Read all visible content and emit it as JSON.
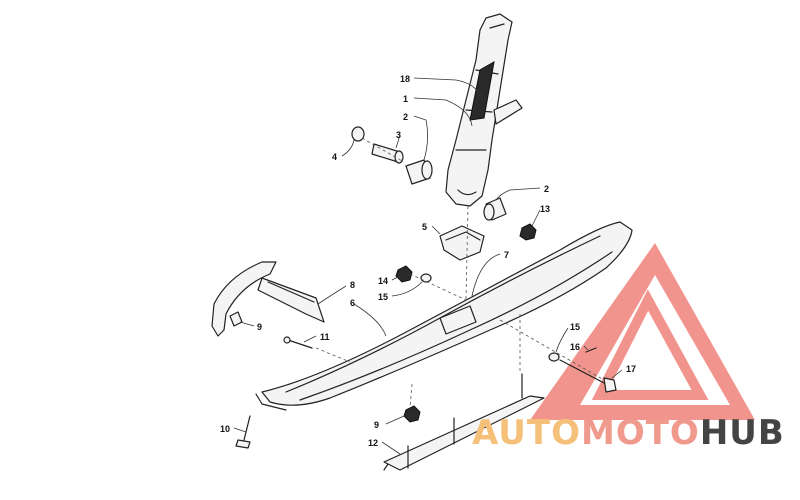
{
  "callouts": [
    {
      "id": "c18",
      "label": "18"
    },
    {
      "id": "c1",
      "label": "1"
    },
    {
      "id": "c2a",
      "label": "2"
    },
    {
      "id": "c3",
      "label": "3"
    },
    {
      "id": "c4",
      "label": "4"
    },
    {
      "id": "c2b",
      "label": "2"
    },
    {
      "id": "c13",
      "label": "13"
    },
    {
      "id": "c5",
      "label": "5"
    },
    {
      "id": "c7",
      "label": "7"
    },
    {
      "id": "c14",
      "label": "14"
    },
    {
      "id": "c15a",
      "label": "15"
    },
    {
      "id": "c8",
      "label": "8"
    },
    {
      "id": "c6",
      "label": "6"
    },
    {
      "id": "c9a",
      "label": "9"
    },
    {
      "id": "c11",
      "label": "11"
    },
    {
      "id": "c15b",
      "label": "15"
    },
    {
      "id": "c16",
      "label": "16"
    },
    {
      "id": "c17",
      "label": "17"
    },
    {
      "id": "c9b",
      "label": "9"
    },
    {
      "id": "c10",
      "label": "10"
    },
    {
      "id": "c12",
      "label": "12"
    }
  ],
  "watermark": {
    "part1": "AUTO",
    "part2": "MOTO",
    "part3": "HUB",
    "logo": "triangle-a-logo",
    "colors": {
      "logo": "#f07a72",
      "auto": "#f4c07a",
      "moto": "#f09a8e",
      "hub": "#444444"
    }
  },
  "colors": {
    "line": "#222222",
    "background": "#ffffff"
  }
}
